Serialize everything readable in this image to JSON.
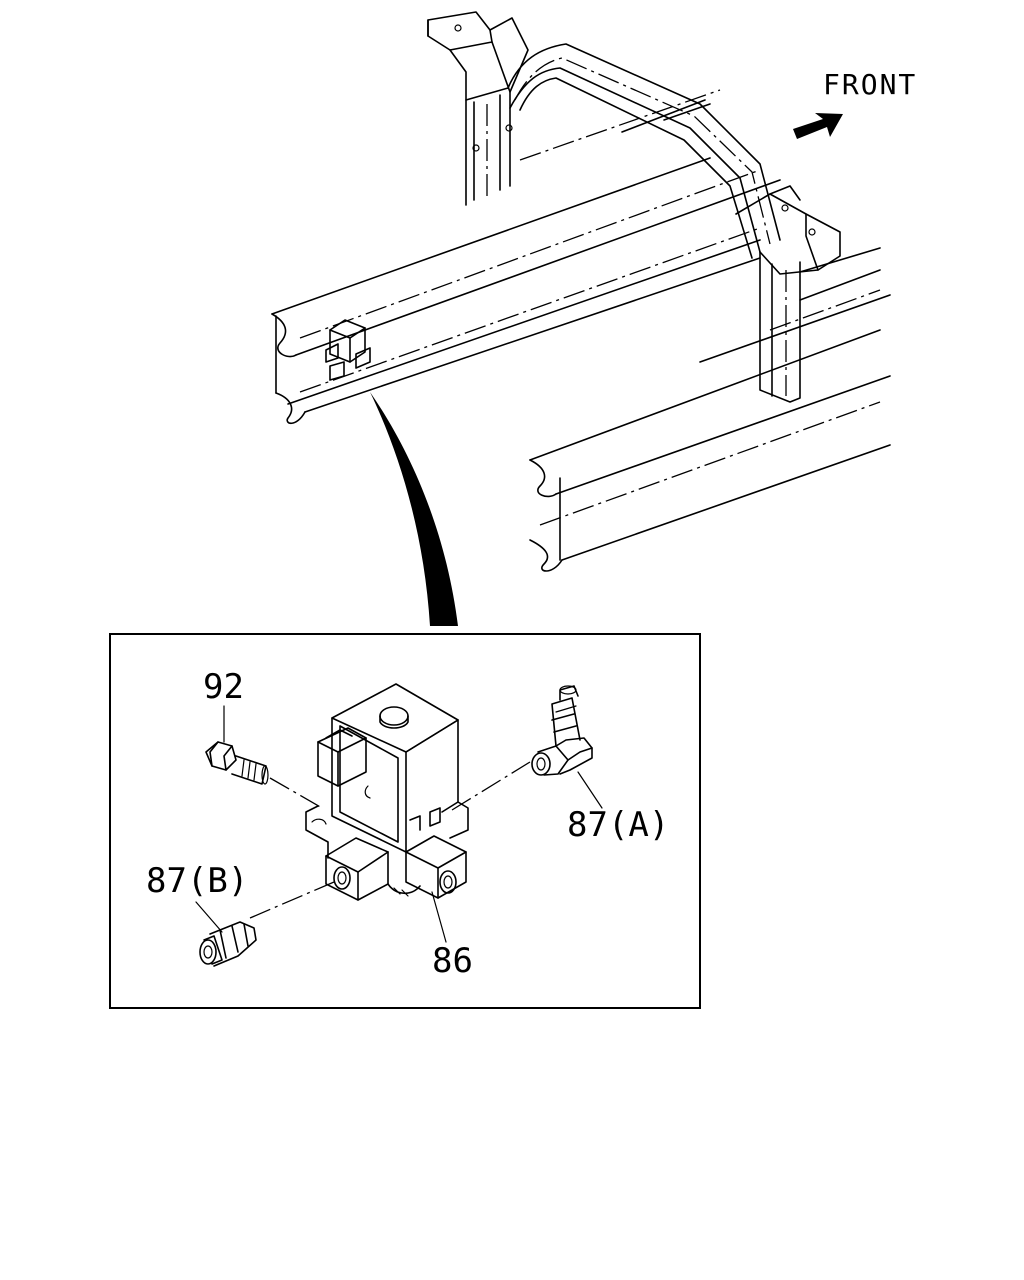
{
  "orientation": {
    "label": "FRONT"
  },
  "callouts": {
    "bolt": "92",
    "fitting_a": "87(A)",
    "fitting_b": "87(B)",
    "valve": "86"
  }
}
